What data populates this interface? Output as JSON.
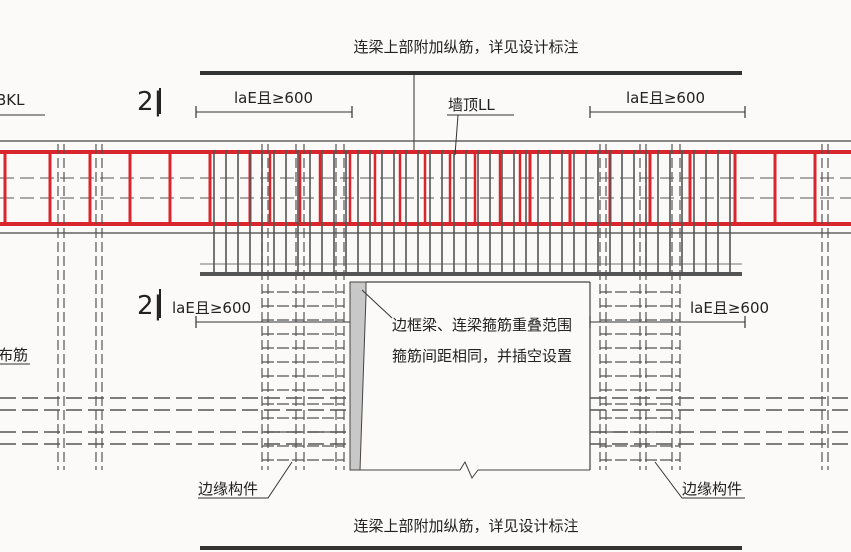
{
  "labels": {
    "top_note": "连梁上部附加纵筋，详见设计标注",
    "bottom_note": "连梁上部附加纵筋，详见设计标注",
    "beam_left": "BKL",
    "wall_top": "墙顶LL",
    "section_upper": "2|",
    "section_lower": "2|",
    "anchor_top_left": "laE且≥600",
    "anchor_top_right": "laE且≥600",
    "anchor_mid_left": "laE且≥600",
    "anchor_mid_right": "laE且≥600",
    "overlap_line1": "边框梁、连梁箍筋重叠范围",
    "overlap_line2": "箍筋间距相同，并插空设置",
    "side_left": "布筋",
    "edge_left": "边缘构件",
    "edge_right": "边缘构件"
  },
  "colors": {
    "rebar_highlight": "#d8262c",
    "line": "#333333",
    "background": "#fbfaf8"
  }
}
